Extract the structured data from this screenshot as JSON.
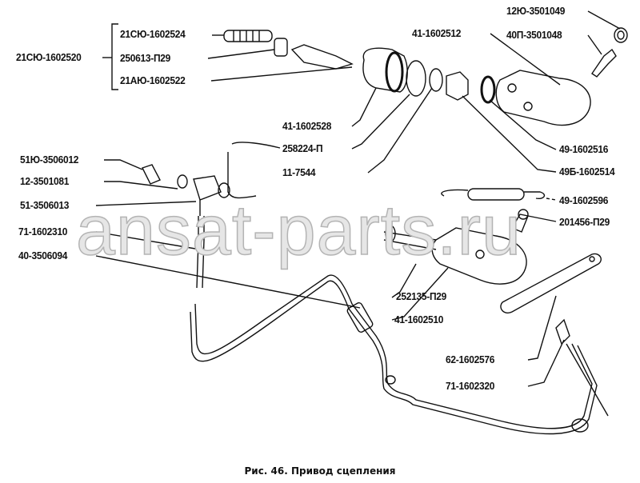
{
  "caption": "Рис. 46. Привод сцепления",
  "watermark": "ansat-parts.ru",
  "labels": {
    "assembly": "21СЮ-1602520",
    "pushrod": "21СЮ-1602524",
    "nut": "250613-П29",
    "rod_end": "21АЮ-1602522",
    "master_cyl_body": "41-1602512",
    "cap": "12Ю-3501049",
    "bleeder": "40П-3501048",
    "boot": "41-1602528",
    "snap_ring": "258224-П",
    "ring": "11-7544",
    "seal": "49-1602516",
    "piston": "49Б-1602514",
    "spring": "49-1602596",
    "bolt": "201456-П29",
    "banjo_bolt": "51Ю-3506012",
    "washer": "12-3501081",
    "banjo": "51-3506013",
    "hose": "71-1602310",
    "line": "40-3506094",
    "nut2": "252135-П29",
    "slave_cyl": "41-1602510",
    "bracket": "62-1602576",
    "hose2": "71-1602320"
  }
}
